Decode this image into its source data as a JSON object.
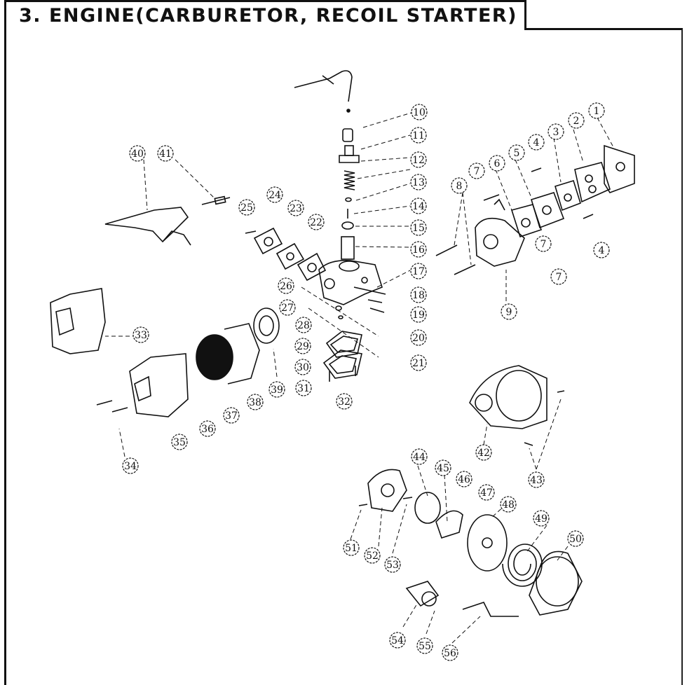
{
  "title": "3. ENGINE(CARBURETOR, RECOIL STARTER)",
  "callouts": [
    {
      "n": "1"
    },
    {
      "n": "2"
    },
    {
      "n": "3"
    },
    {
      "n": "4"
    },
    {
      "n": "4"
    },
    {
      "n": "5"
    },
    {
      "n": "6"
    },
    {
      "n": "7"
    },
    {
      "n": "7"
    },
    {
      "n": "7"
    },
    {
      "n": "8"
    },
    {
      "n": "9"
    },
    {
      "n": "10"
    },
    {
      "n": "11"
    },
    {
      "n": "12"
    },
    {
      "n": "13"
    },
    {
      "n": "14"
    },
    {
      "n": "15"
    },
    {
      "n": "16"
    },
    {
      "n": "17"
    },
    {
      "n": "18"
    },
    {
      "n": "19"
    },
    {
      "n": "20"
    },
    {
      "n": "21"
    },
    {
      "n": "22"
    },
    {
      "n": "23"
    },
    {
      "n": "24"
    },
    {
      "n": "25"
    },
    {
      "n": "26"
    },
    {
      "n": "27"
    },
    {
      "n": "28"
    },
    {
      "n": "29"
    },
    {
      "n": "30"
    },
    {
      "n": "31"
    },
    {
      "n": "32"
    },
    {
      "n": "33"
    },
    {
      "n": "34"
    },
    {
      "n": "35"
    },
    {
      "n": "36"
    },
    {
      "n": "37"
    },
    {
      "n": "38"
    },
    {
      "n": "39"
    },
    {
      "n": "40"
    },
    {
      "n": "41"
    },
    {
      "n": "42"
    },
    {
      "n": "43"
    },
    {
      "n": "44"
    },
    {
      "n": "45"
    },
    {
      "n": "46"
    },
    {
      "n": "47"
    },
    {
      "n": "48"
    },
    {
      "n": "49"
    },
    {
      "n": "50"
    },
    {
      "n": "51"
    },
    {
      "n": "52"
    },
    {
      "n": "53"
    },
    {
      "n": "54"
    },
    {
      "n": "55"
    },
    {
      "n": "56"
    }
  ]
}
